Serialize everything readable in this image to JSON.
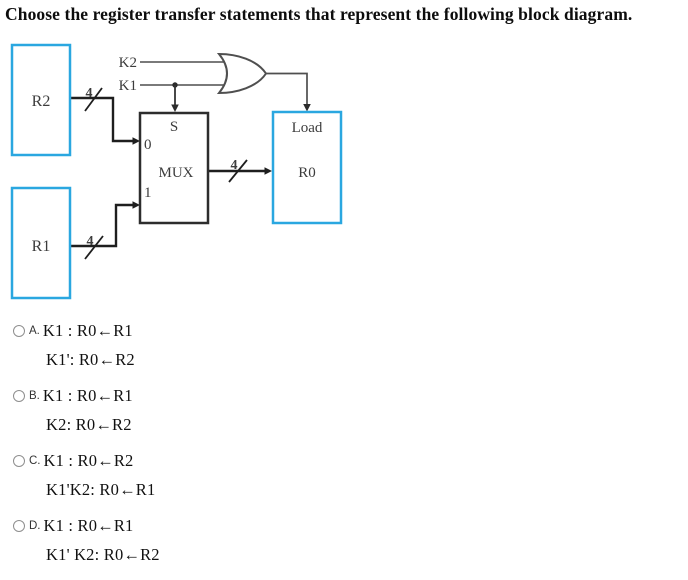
{
  "title": "Choose the register transfer statements that represent the following block diagram.",
  "colors": {
    "register_border_blue": "#2aa7e0",
    "mux_border": "#2d2d2d",
    "bus_line": "#1e1e1e",
    "signal_line": "#4f4f4f",
    "diagram_text": "#3c3c3c"
  },
  "diagram": {
    "registers": {
      "r2": "R2",
      "r1": "R1",
      "r0": "R0",
      "load": "Load"
    },
    "mux": {
      "label": "MUX",
      "select": "S",
      "input0": "0",
      "input1": "1"
    },
    "signals": {
      "k2": "K2",
      "k1": "K1"
    },
    "bus_width": "4"
  },
  "options": [
    {
      "letter": "A.",
      "line1": "K1 : R0←R1",
      "line2": "K1': R0←R2"
    },
    {
      "letter": "B.",
      "line1": "K1 : R0←R1",
      "line2": "K2: R0←R2"
    },
    {
      "letter": "C.",
      "line1": "K1 : R0←R2",
      "line2": "K1'K2: R0←R1"
    },
    {
      "letter": "D.",
      "line1": "K1 : R0←R1",
      "line2": "K1' K2: R0←R2"
    }
  ]
}
